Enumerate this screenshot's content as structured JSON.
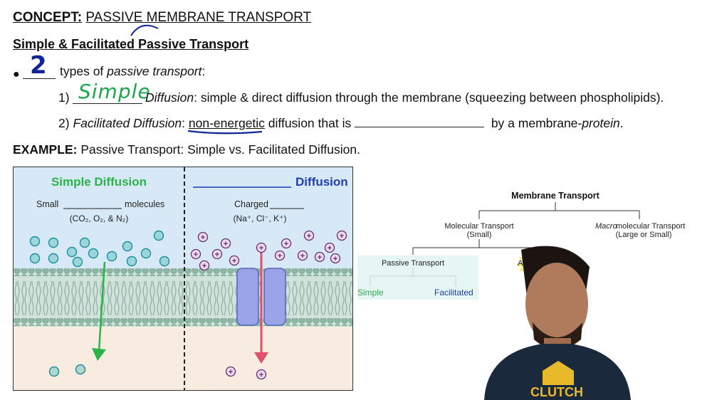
{
  "concept": {
    "label": "CONCEPT:",
    "title": "PASSIVE MEMBRANE TRANSPORT"
  },
  "subtitle": "Simple & Facilitated Passive Transport",
  "bullet": {
    "handwritten_number": "2",
    "text_before_italic": "types of ",
    "italic": "passive transport",
    "text_after": ":"
  },
  "item1": {
    "number": "1)",
    "handwritten_answer": "Simple",
    "italic": "Diffusion",
    "rest": ": simple & direct diffusion through the membrane (squeezing between phospholipids)."
  },
  "item2": {
    "number": "2)",
    "italic": "Facilitated Diffusion",
    "colon": ":",
    "underlined": "non-energetic",
    "middle": " diffusion that is",
    "after_blank": "by a membrane-",
    "italic_end": "protein",
    "period": "."
  },
  "example": {
    "label": "EXAMPLE:",
    "text": "Passive Transport: Simple vs. Facilitated Diffusion."
  },
  "figure": {
    "left_title": "Simple Diffusion",
    "left_small": "Small",
    "left_molecules": "molecules",
    "left_examples": "(CO₂, O₂, & N₂)",
    "right_title": "Diffusion",
    "right_charged": "Charged",
    "right_examples": "(Na⁺, Cl⁻, K⁺)",
    "plus_symbol": "+"
  },
  "tree": {
    "root": "Membrane Transport",
    "molecular": "Molecular Transport",
    "molecular_sub": "(Small)",
    "macro_italic": "Macro",
    "macro_rest": "molecular Transport",
    "macro_sub": "(Large or Small)",
    "passive": "Passive Transport",
    "active": "Active",
    "simple": "Simple",
    "facilitated": "Facilitated"
  },
  "shirt_text": "CLUTCH",
  "colors": {
    "green": "#2db34a",
    "blue": "#1f3fae",
    "marker_blue": "#12249a",
    "marker_green": "#1aa64a",
    "membrane": "#8fb7a3",
    "channel": "#9aa3e8",
    "arrow_red": "#e0506a",
    "panel_top": "#d7e9f7",
    "panel_bottom": "#f8ebe0"
  }
}
